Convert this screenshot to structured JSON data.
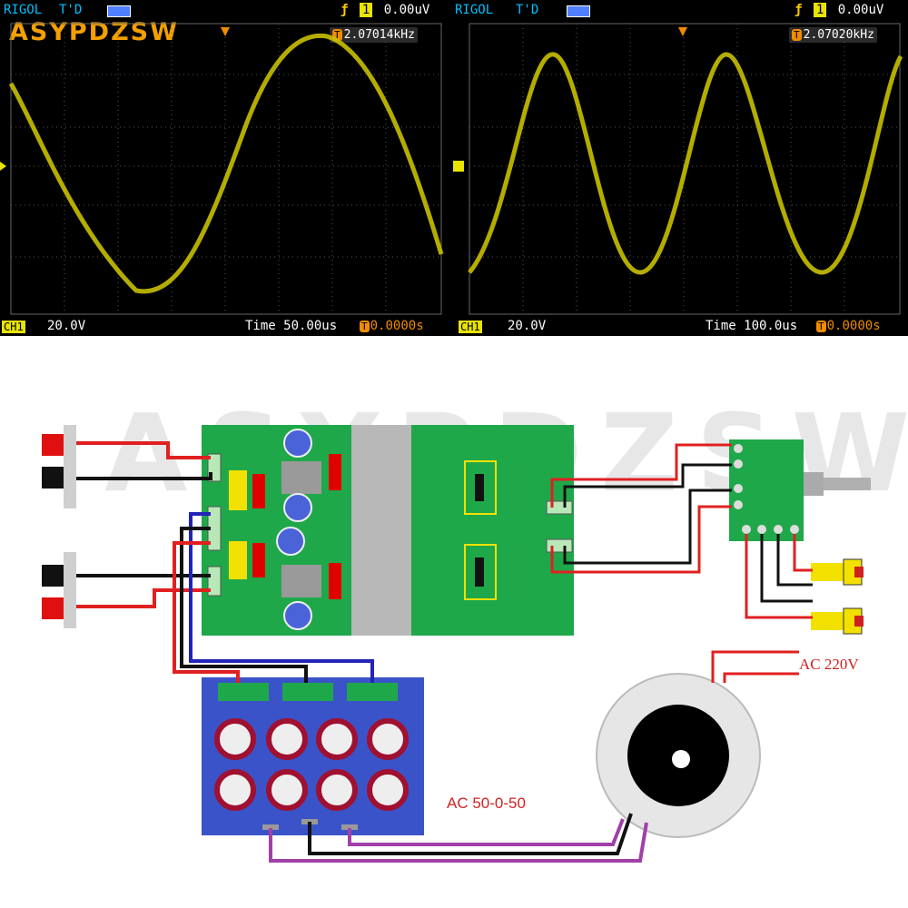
{
  "brand": "ASYPDZSW",
  "scope_left": {
    "brand_text": "RIGOL",
    "mode": "T'D",
    "trigger_level": "0.00uV",
    "frequency": "2.07014kHz",
    "channel": "CH1",
    "volts_div": "20.0V",
    "time_label": "Time 50.00us",
    "trigger_offset": "0.0000s"
  },
  "scope_right": {
    "brand_text": "RIGOL",
    "mode": "T'D",
    "trigger_level": "0.00uV",
    "frequency": "2.07020kHz",
    "channel": "CH1",
    "volts_div": "20.0V",
    "time_label": "Time 100.0us",
    "trigger_offset": "0.0000s"
  },
  "diagram": {
    "watermark": "ASYPDZSW",
    "supply_label": "AC 50-0-50",
    "mains_label": "AC 220V"
  },
  "colors": {
    "trace": "#c8c000",
    "pcb_green": "#1fa84a",
    "psu_blue": "#3b53c8",
    "wire_red": "#e02020",
    "wire_blue": "#2323b8",
    "wire_purple": "#a040a8"
  }
}
